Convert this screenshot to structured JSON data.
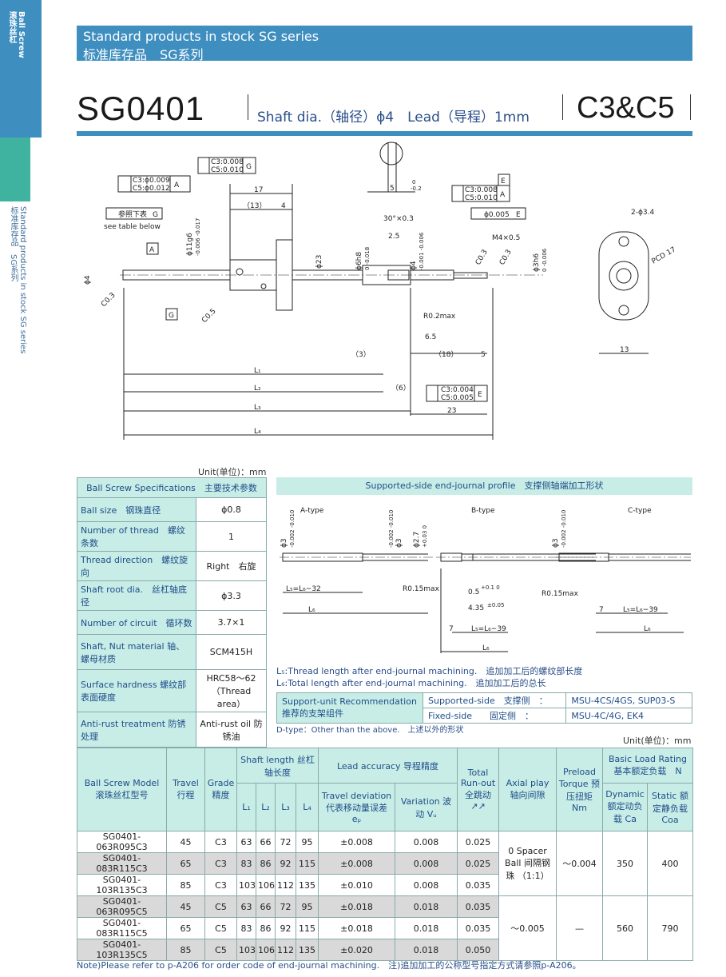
{
  "side": {
    "top_en": "Ball Screw",
    "top_zh": "滚珠丝杠",
    "bottom_en": "Standard products in stock  SG  series",
    "bottom_zh": "标准库存品　SG系列"
  },
  "header": {
    "title_en": "Standard products in stock SG series",
    "title_zh": "标准库存品　SG系列"
  },
  "title": {
    "model": "SG0401",
    "shaft_info": "Shaft dia.（轴径）ϕ4　Lead（导程）1mm",
    "grade": "C3&C5"
  },
  "drawing": {
    "labels": {
      "gdt_runout": "C3:ϕ0.009",
      "gdt_runout2": "C5:ϕ0.012",
      "gdt_runout_ref": "A",
      "gdt_perp1": "C3:0.008",
      "gdt_perp2": "C5:0.010",
      "gdt_perp_ref": "G",
      "ref_table": "参照下表",
      "ref_table_ref": "G",
      "see_table": "see table below",
      "datum_a": "A",
      "datum_g": "G",
      "datum_e": "E",
      "dim_17": "17",
      "dim_13": "（13）",
      "dim_4": "4",
      "dim_5": "5",
      "dim_5_tol": "-0.2",
      "dim_5_tol0": "0",
      "chamfer_30": "30°×0.3",
      "dim_2_5": "2.5",
      "m4": "M4×0.5",
      "gdt_e1": "C3:0.008",
      "gdt_e2": "C5:0.010",
      "gdt_e_ref": "A",
      "gdt_conc": "ϕ0.005",
      "gdt_conc_ref": "E",
      "dia_11": "ϕ11g6",
      "dia_11_tol": "-0.006 -0.017",
      "dia_23": "ϕ23",
      "dia_6": "ϕ6h8",
      "dia_6_tol": "0 -0.018",
      "dia_4": "ϕ4",
      "dia_4_tol": "-0.001 -0.006",
      "dia_3": "ϕ3h6",
      "dia_3_tol": "0 -0.006",
      "phi4": "ϕ4",
      "c03a": "C0.3",
      "c03b": "C0.3",
      "c03c": "C0.3",
      "c05": "C0.5",
      "r02": "R0.2max",
      "dim_6_5": "6.5",
      "dim_18": "（18）",
      "dim_5b": "5",
      "dim_3": "（3）",
      "l1": "L₁",
      "l2": "L₂",
      "l3": "L₃",
      "l4": "L₄",
      "dim_6": "（6）",
      "gdt_l1": "C3:0.004",
      "gdt_l2": "C5:0.005",
      "gdt_l_ref": "E",
      "dim_23": "23",
      "holes": "2-ϕ3.4",
      "pcd": "PCD 17",
      "dim_13b": "13"
    }
  },
  "unit": "Unit(单位)：mm",
  "spec": {
    "header": "Ball Screw Specifications　主要技术参数",
    "rows": [
      {
        "label": "Ball size　钢珠直径",
        "value": "ϕ0.8"
      },
      {
        "label": "Number of thread　螺纹条数",
        "value": "1"
      },
      {
        "label": "Thread direction　螺纹旋向",
        "value": "Right　右旋"
      },
      {
        "label": "Shaft root dia.　丝杠轴底径",
        "value": "ϕ3.3"
      },
      {
        "label": "Number of circuit　循环数",
        "value": "3.7×1"
      },
      {
        "label": "Shaft, Nut material 轴、螺母材质",
        "value": "SCM415H"
      },
      {
        "label": "Surface hardness 螺纹部表面硬度",
        "value": "HRC58～62 （Thread area）"
      },
      {
        "label": "Anti-rust treatment 防锈处理",
        "value": "Anti-rust oil 防锈油"
      }
    ]
  },
  "profile": {
    "header": "Supported-side end-journal profile　支撑侧轴端加工形状",
    "a_type": "A-type",
    "b_type": "B-type",
    "c_type": "C-type",
    "a_dia": "ϕ3",
    "a_tol": "-0.002 -0.010",
    "a_l5": "L₅=L₆−32",
    "a_l6": "L₆",
    "b_dia": "ϕ3",
    "b_tol": "-0.002 -0.010",
    "b_dia2": "ϕ2.7",
    "b_dia2_tol": "+0.03 0",
    "b_r": "R0.15max",
    "b_05": "0.5",
    "b_05_tol": "+0.1 0",
    "b_435": "4.35",
    "b_435_tol": "±0.05",
    "b_7": "7",
    "b_l5": "L₅=L₆−39",
    "b_l6": "L₆",
    "c_dia": "ϕ3",
    "c_tol": "-0.002 -0.010",
    "c_r": "R0.15max",
    "c_7": "7",
    "c_l5": "L₅=L₆−39",
    "c_l6": "L₆"
  },
  "notes": {
    "l5": "L₅:Thread length after end-journal machining.　追加加工后的螺纹部长度",
    "l6": "L₆:Total length after end-journal machining.　追加加工后的总长"
  },
  "support": {
    "rec": "Support-unit Recommendation 推荐的支架组件",
    "supported_label": "Supported-side　支撑侧　：",
    "supported_val": "MSU-4CS/4GS, SUP03-S",
    "fixed_label": "Fixed-side　　固定侧　：",
    "fixed_val": "MSU-4C/4G, EK4"
  },
  "dtype": "D-type：Other than the above.　上述以外的形状",
  "table": {
    "headers": {
      "model": "Ball Screw Model 滚珠丝杠型号",
      "travel": "Travel 行程",
      "grade": "Grade 精度",
      "shaft_len": "Shaft length 丝杠轴长度",
      "l1": "L₁",
      "l2": "L₂",
      "l3": "L₃",
      "l4": "L₄",
      "lead_acc": "Lead accuracy 导程精度",
      "travel_dev": "Travel deviation 代表移动量误差 eₚ",
      "variation": "Variation 波动 Vᵤ",
      "total_runout": "Total Run-out 全跳动",
      "axial_play": "Axial play 轴向间隙",
      "preload": "Preload Torque 预压扭矩 Nm",
      "basic_load": "Basic Load Rating 基本额定负载　N",
      "dynamic": "Dynamic 额定动负载 Ca",
      "static": "Static 额定静负载 Coa"
    },
    "rows": [
      {
        "model": "SG0401-063R095C3",
        "travel": "45",
        "grade": "C3",
        "l1": "63",
        "l2": "66",
        "l3": "72",
        "l4": "95",
        "dev": "±0.008",
        "var": "0.008",
        "run": "0.025"
      },
      {
        "model": "SG0401-083R115C3",
        "travel": "65",
        "grade": "C3",
        "l1": "83",
        "l2": "86",
        "l3": "92",
        "l4": "115",
        "dev": "±0.008",
        "var": "0.008",
        "run": "0.025"
      },
      {
        "model": "SG0401-103R135C3",
        "travel": "85",
        "grade": "C3",
        "l1": "103",
        "l2": "106",
        "l3": "112",
        "l4": "135",
        "dev": "±0.010",
        "var": "0.008",
        "run": "0.035"
      },
      {
        "model": "SG0401-063R095C5",
        "travel": "45",
        "grade": "C5",
        "l1": "63",
        "l2": "66",
        "l3": "72",
        "l4": "95",
        "dev": "±0.018",
        "var": "0.018",
        "run": "0.035"
      },
      {
        "model": "SG0401-083R115C5",
        "travel": "65",
        "grade": "C5",
        "l1": "83",
        "l2": "86",
        "l3": "92",
        "l4": "115",
        "dev": "±0.018",
        "var": "0.018",
        "run": "0.035"
      },
      {
        "model": "SG0401-103R135C5",
        "travel": "85",
        "grade": "C5",
        "l1": "103",
        "l2": "106",
        "l3": "112",
        "l4": "135",
        "dev": "±0.020",
        "var": "0.018",
        "run": "0.050"
      }
    ],
    "c3_axial": "0 Spacer Ball 间隔钢珠 （1:1）",
    "c3_preload": "～0.004",
    "c3_dynamic": "350",
    "c3_static": "400",
    "c5_axial": "～0.005",
    "c5_preload": "—",
    "c5_dynamic": "560",
    "c5_static": "790"
  },
  "footnote": "Note)Please refer to p-A206 for order code of end-journal machining.　注)追加加工的公称型号指定方式请参照p-A206。",
  "colors": {
    "header_blue": "#3e8ec0",
    "teal": "#3fb39f",
    "cell_teal": "#c8ede6",
    "text_blue": "#1e4d8a"
  }
}
